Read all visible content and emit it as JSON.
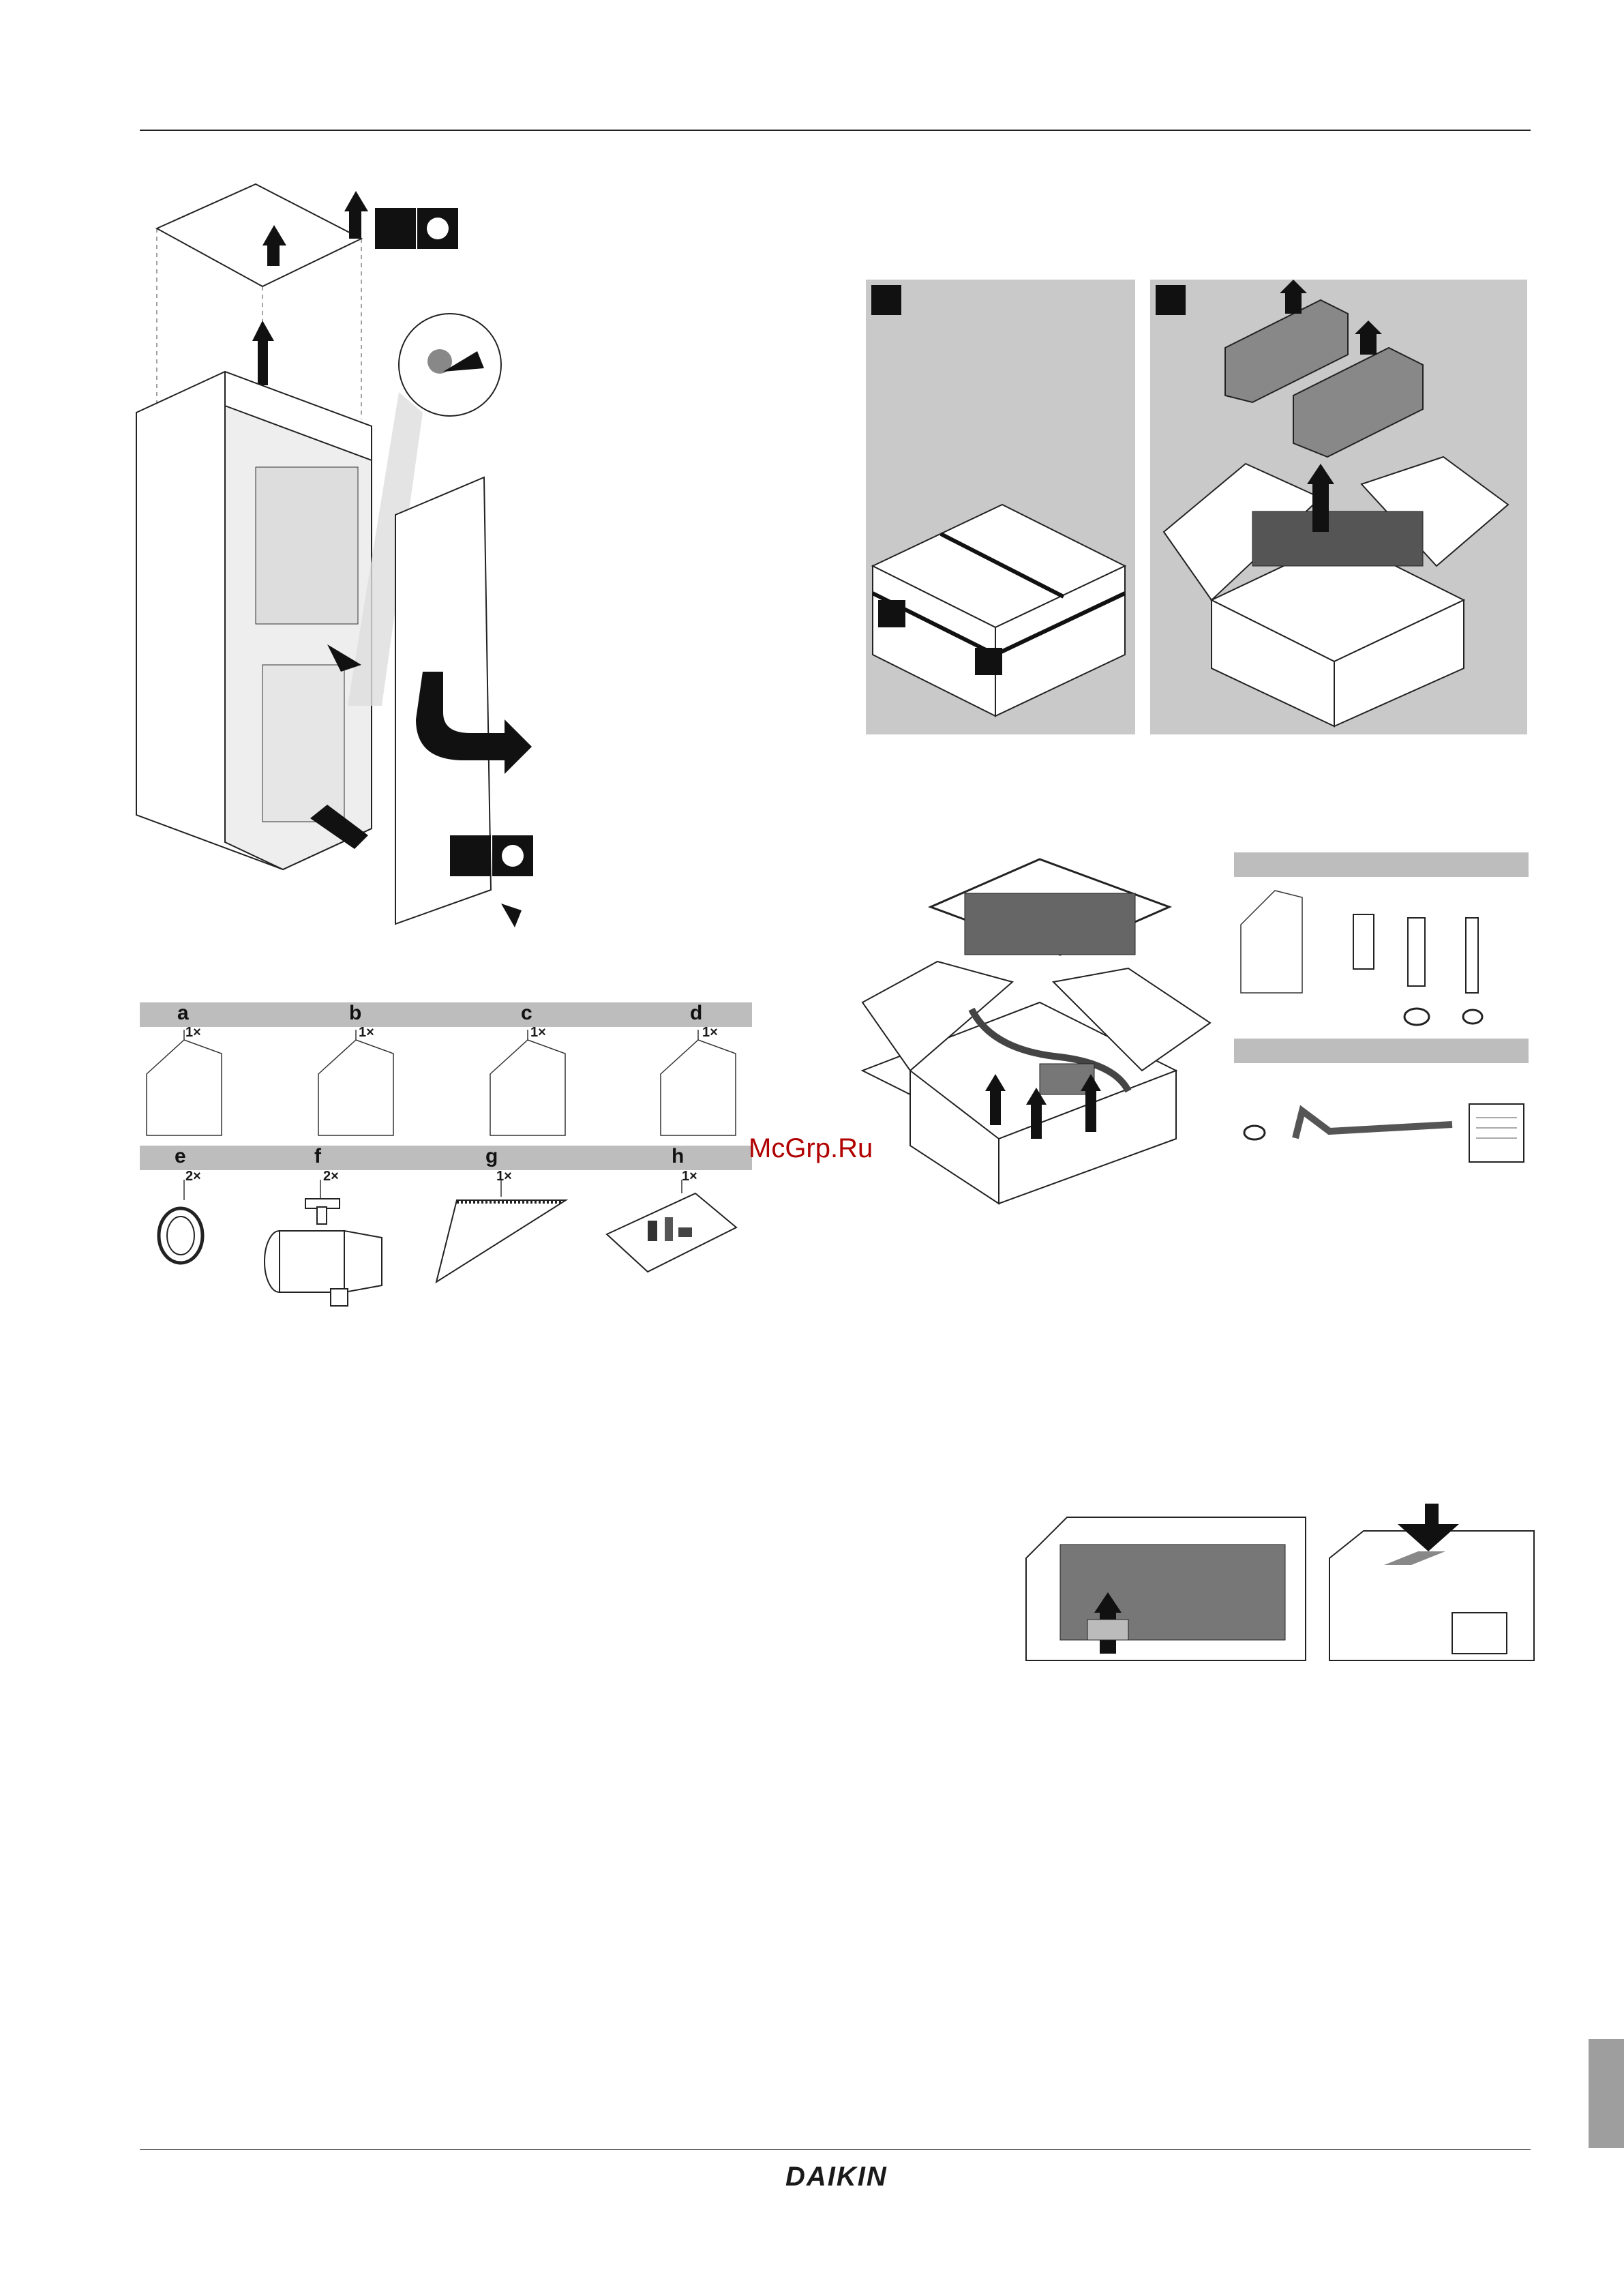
{
  "watermark": "McGrp.Ru",
  "brand": "DAIKIN",
  "accessories": [
    {
      "letter": "a",
      "qty": "1×",
      "icon": "manual-icon"
    },
    {
      "letter": "b",
      "qty": "1×",
      "icon": "manual-icon"
    },
    {
      "letter": "c",
      "qty": "1×",
      "icon": "manual-icon"
    },
    {
      "letter": "d",
      "qty": "1×",
      "icon": "manual-icon"
    },
    {
      "letter": "e",
      "qty": "2×",
      "icon": "o-ring-icon"
    },
    {
      "letter": "f",
      "qty": "2×",
      "icon": "shut-off-valve-icon"
    },
    {
      "letter": "g",
      "qty": "1×",
      "icon": "template-icon"
    },
    {
      "letter": "h",
      "qty": "1×",
      "icon": "bag-icon"
    }
  ],
  "colors": {
    "panel_gray": "#c9c9c9",
    "bar_gray": "#bdbdbd",
    "watermark": "#b00000",
    "tab": "#9e9e9e"
  }
}
